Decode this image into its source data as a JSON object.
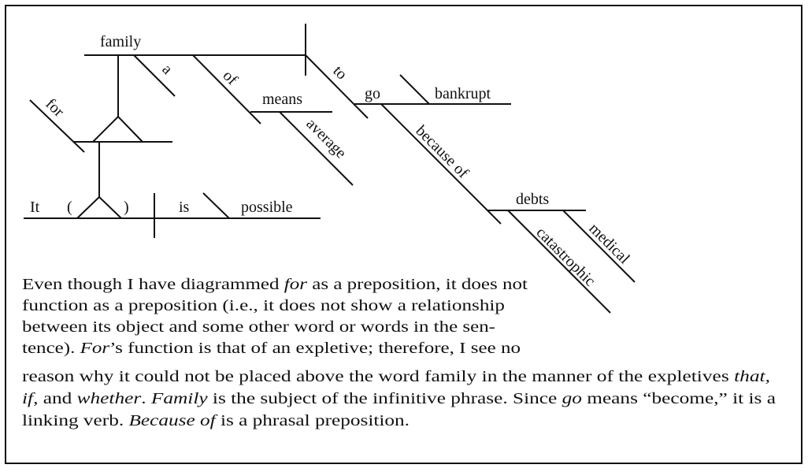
{
  "diagram": {
    "labels": {
      "family": "family",
      "a": "a",
      "of": "of",
      "means": "means",
      "average": "average",
      "to": "to",
      "go": "go",
      "bankrupt": "bankrupt",
      "because_of": "because of",
      "debts": "debts",
      "catastrophic": "catastrophic",
      "medical": "medical",
      "for": "for",
      "it": "It",
      "paren_open": "(",
      "paren_close": ")",
      "is": "is",
      "possible": "possible"
    }
  },
  "paragraph": {
    "lines": [
      [
        {
          "t": "Even though I have diagrammed "
        },
        {
          "t": "for",
          "i": true
        },
        {
          "t": " as a preposition, it does not"
        }
      ],
      [
        {
          "t": "function as a preposition (i.e., it does not show a relationship"
        }
      ],
      [
        {
          "t": "between its object and some other word or words in the sen-"
        }
      ],
      [
        {
          "t": "tence). "
        },
        {
          "t": "For",
          "i": true
        },
        {
          "t": "’s function is that of an expletive; therefore, I see no"
        }
      ],
      [
        {
          "t": "reason why it could not be placed above the word family in the manner of the expletives "
        },
        {
          "t": "that,",
          "i": true
        }
      ],
      [
        {
          "t": "if,",
          "i": true
        },
        {
          "t": " and "
        },
        {
          "t": "whether",
          "i": true
        },
        {
          "t": ". "
        },
        {
          "t": "Family",
          "i": true
        },
        {
          "t": " is the subject of the infinitive phrase. Since "
        },
        {
          "t": "go",
          "i": true
        },
        {
          "t": " means “become,” it is a"
        }
      ],
      [
        {
          "t": "linking verb. "
        },
        {
          "t": "Because of",
          "i": true
        },
        {
          "t": " is a phrasal preposition."
        }
      ]
    ]
  }
}
